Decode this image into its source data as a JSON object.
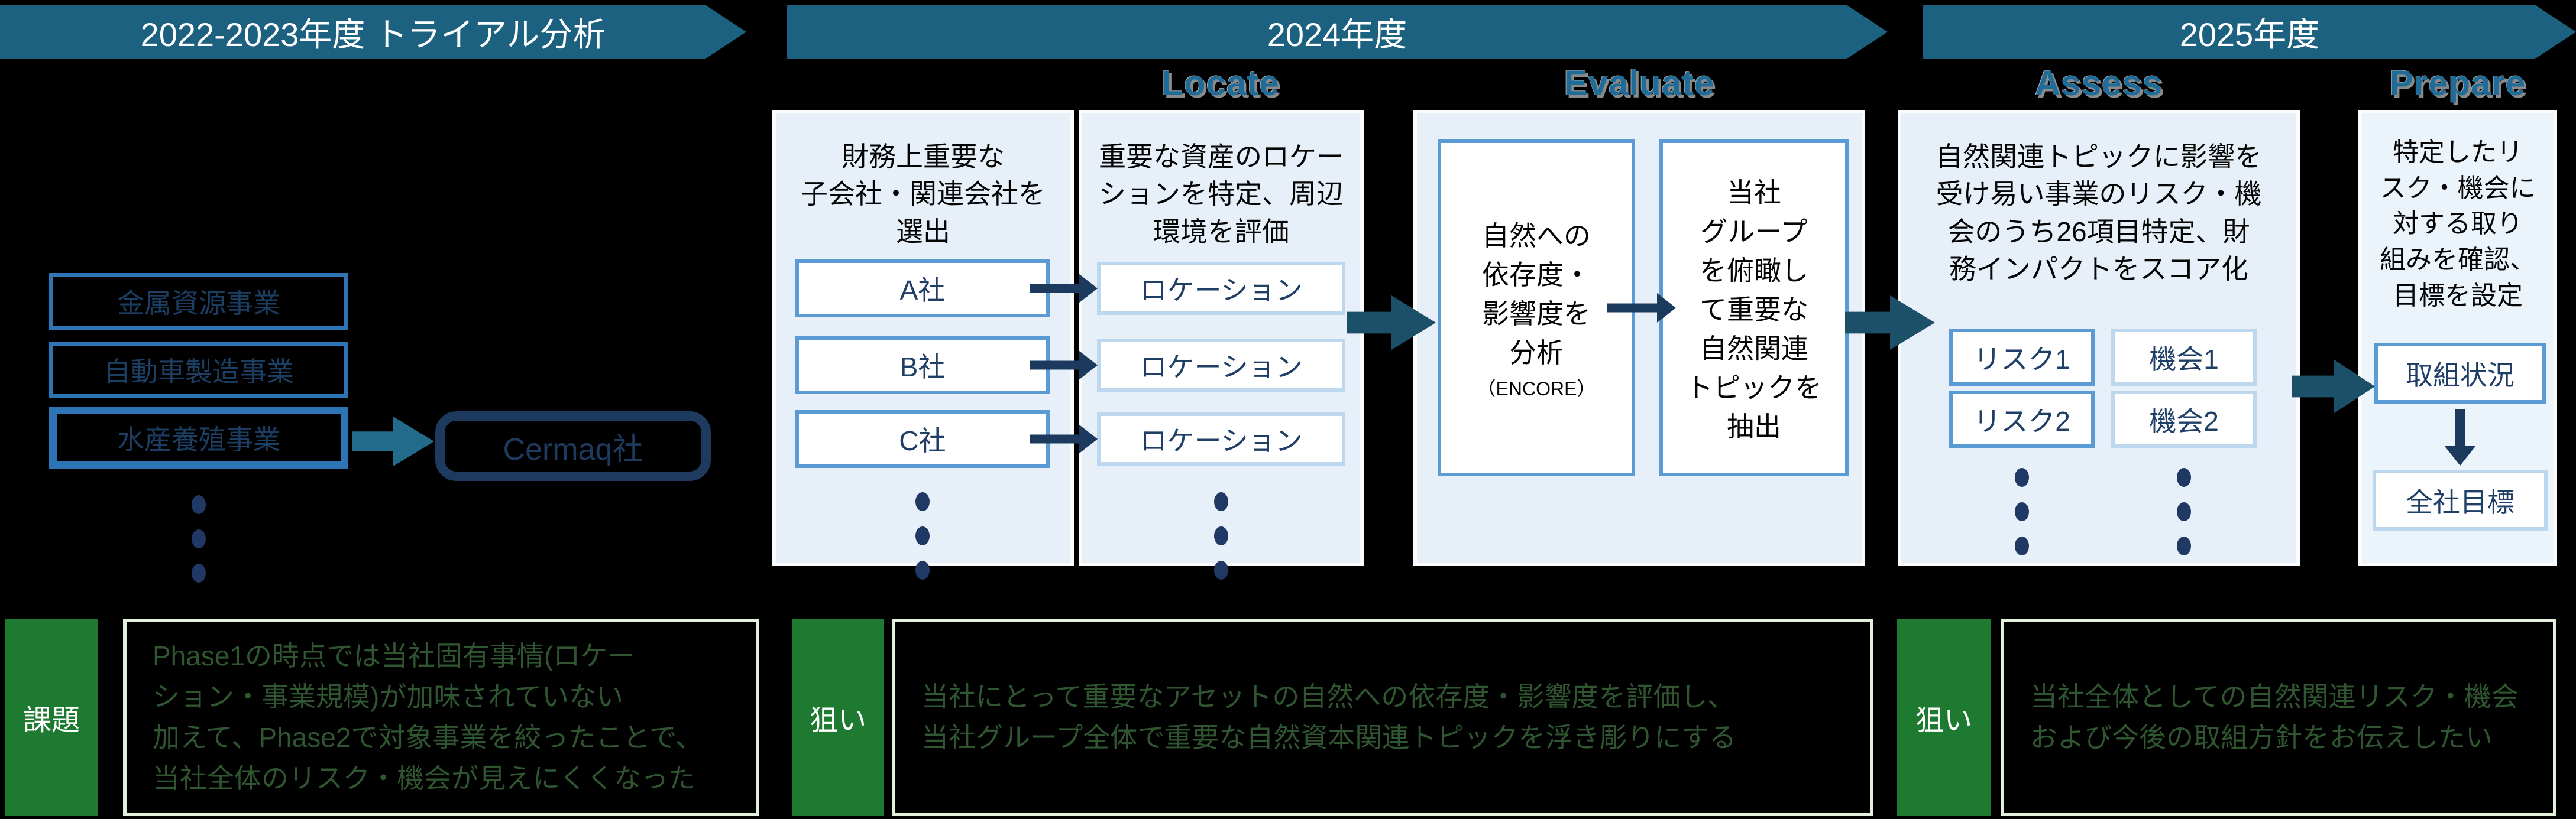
{
  "timeline": {
    "phase1": "2022-2023年度 トライアル分析",
    "phase2": "2024年度",
    "phase3": "2025年度"
  },
  "steps": {
    "locate": "Locate",
    "evaluate": "Evaluate",
    "assess": "Assess",
    "prepare": "Prepare"
  },
  "trial": {
    "businesses": [
      "金属資源事業",
      "自動車製造事業",
      "水産養殖事業"
    ],
    "target_company": "Cermaq社"
  },
  "locate": {
    "select_panel": {
      "title": "財務上重要な\n子会社・関連会社を\n選出",
      "companies": [
        "A社",
        "B社",
        "C社"
      ]
    },
    "location_panel": {
      "title": "重要な資産のロケー\nションを特定、周辺\n環境を評価",
      "items": [
        "ロケーション",
        "ロケーション",
        "ロケーション"
      ]
    }
  },
  "evaluate": {
    "analyze_box": "自然への\n依存度・\n影響度を\n分析",
    "analyze_note": "（ENCORE）",
    "extract_box": "当社\nグループ\nを俯瞰し\nて重要な\n自然関連\nトピックを\n抽出"
  },
  "assess": {
    "title": "自然関連トピックに影響を\n受け易い事業のリスク・機\n会のうち26項目特定、財\n務インパクトをスコア化",
    "risks": [
      "リスク1",
      "リスク2"
    ],
    "opportunities": [
      "機会1",
      "機会2"
    ]
  },
  "prepare": {
    "title": "特定したリ\nスク・機会に\n対する取り\n組みを確認、\n目標を設定",
    "status_box": "取組状況",
    "goal_box": "全社目標"
  },
  "notes": [
    {
      "label": "課題",
      "text": "Phase1の時点では当社固有事情(ロケー\nション・事業規模)が加味されていない\n加えて、Phase2で対象事業を絞ったことで、\n当社全体のリスク・機会が見えにくくなった"
    },
    {
      "label": "狙い",
      "text": "当社にとって重要なアセットの自然への依存度・影響度を評価し、\n当社グループ全体で重要な自然資本関連トピックを浮き彫りにする"
    },
    {
      "label": "狙い",
      "text": "当社全体としての自然関連リスク・機会\nおよび今後の取組方針をお伝えしたい"
    }
  ],
  "colors": {
    "banner_teal": "#1D6180",
    "phase_label_blue": "#1F6C99",
    "dark_navy": "#1F3864",
    "strong_blue_border": "#5B9BD5",
    "light_blue_border": "#BDD7EE",
    "panel_light_blue": "#E7F0F9",
    "big_arrow_teal": "#1C4F68",
    "green_label": "#1E7A31",
    "note_border_green": "#E2EFDA",
    "note_text_green": "#2F5630"
  }
}
